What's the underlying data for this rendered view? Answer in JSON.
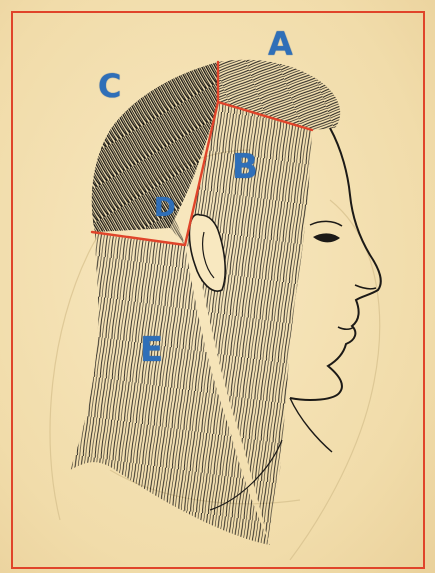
{
  "labels": {
    "a": "A",
    "b": "B",
    "c": "C",
    "d": "D",
    "e": "E"
  },
  "colors": {
    "background": "#f3dfb0",
    "border": "#e0442a",
    "section_lines": "#e0442a",
    "labels": "#2f6fb8",
    "ink": "#1c1a17"
  }
}
